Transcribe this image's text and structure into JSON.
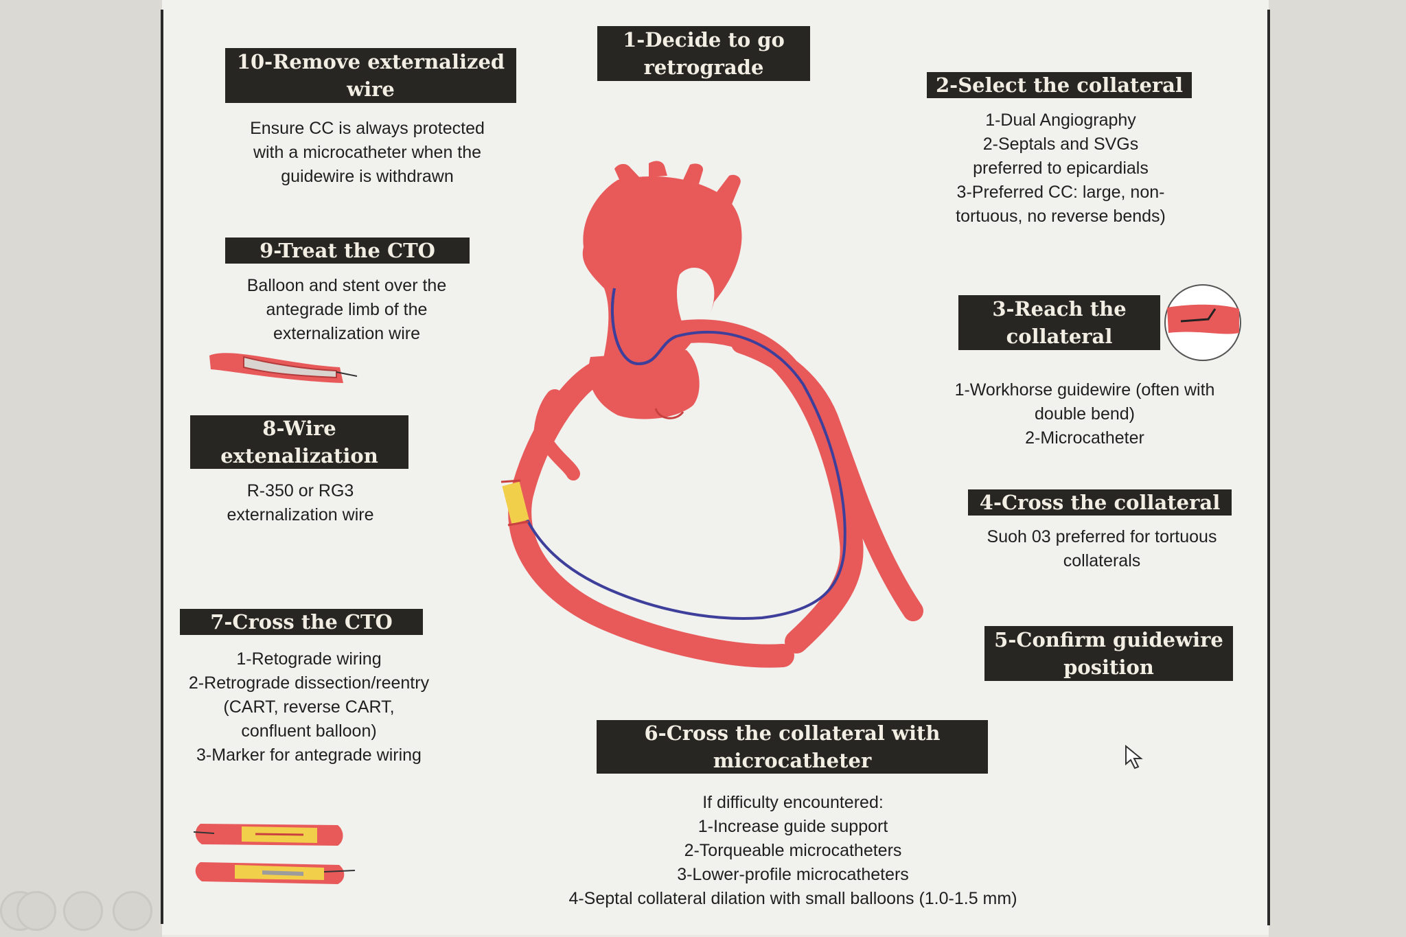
{
  "steps": {
    "s1": {
      "lines": [
        "1-Decide to go",
        "retrograde"
      ]
    },
    "s2": {
      "lines": [
        "2-Select the collateral"
      ],
      "desc": [
        "1-Dual Angiography",
        "2-Septals and SVGs",
        "preferred to epicardials",
        "3-Preferred CC: large, non-",
        "tortuous, no reverse bends)"
      ]
    },
    "s3": {
      "lines": [
        "3-Reach the",
        "collateral"
      ],
      "desc": [
        "1-Workhorse guidewire (often with",
        "double bend)",
        "2-Microcatheter"
      ]
    },
    "s4": {
      "lines": [
        "4-Cross the collateral"
      ],
      "desc": [
        "Suoh 03 preferred for tortuous",
        "collaterals"
      ]
    },
    "s5": {
      "lines": [
        "5-Confirm guidewire",
        "position"
      ]
    },
    "s6": {
      "lines": [
        "6-Cross the collateral with",
        "microcatheter"
      ],
      "desc": [
        "If difficulty encountered:",
        "1-Increase guide support",
        "2-Torqueable microcatheters",
        "3-Lower-profile microcatheters",
        "4-Septal collateral dilation with small balloons (1.0-1.5 mm)"
      ]
    },
    "s7": {
      "lines": [
        "7-Cross the  CTO"
      ],
      "desc": [
        "1-Retograde wiring",
        "2-Retrograde dissection/reentry",
        "(CART, reverse CART,",
        "confluent balloon)",
        "3-Marker for antegrade wiring"
      ]
    },
    "s8": {
      "lines": [
        "8-Wire",
        "extenalization"
      ],
      "desc": [
        "R-350 or RG3",
        "externalization wire"
      ]
    },
    "s9": {
      "lines": [
        "9-Treat the CTO"
      ],
      "desc": [
        "Balloon and stent over the",
        "antegrade limb of the",
        "externalization wire"
      ]
    },
    "s10": {
      "lines": [
        "10-Remove externalized",
        "wire"
      ],
      "desc": [
        "Ensure CC is always protected",
        "with a microcatheter when the",
        "guidewire is withdrawn"
      ]
    }
  },
  "colors": {
    "vessel": "#e85a5a",
    "vessel_dark": "#c8403f",
    "wire": "#3e3f9a",
    "balloon": "#f2cf4a",
    "label_bg": "#272622",
    "label_text": "#f2eee4"
  },
  "icons": [
    "heart-vessels-illustration",
    "stent-balloon-icon",
    "angled-wire-inset-icon",
    "mouse-cursor-icon",
    "toolbar-icons"
  ]
}
